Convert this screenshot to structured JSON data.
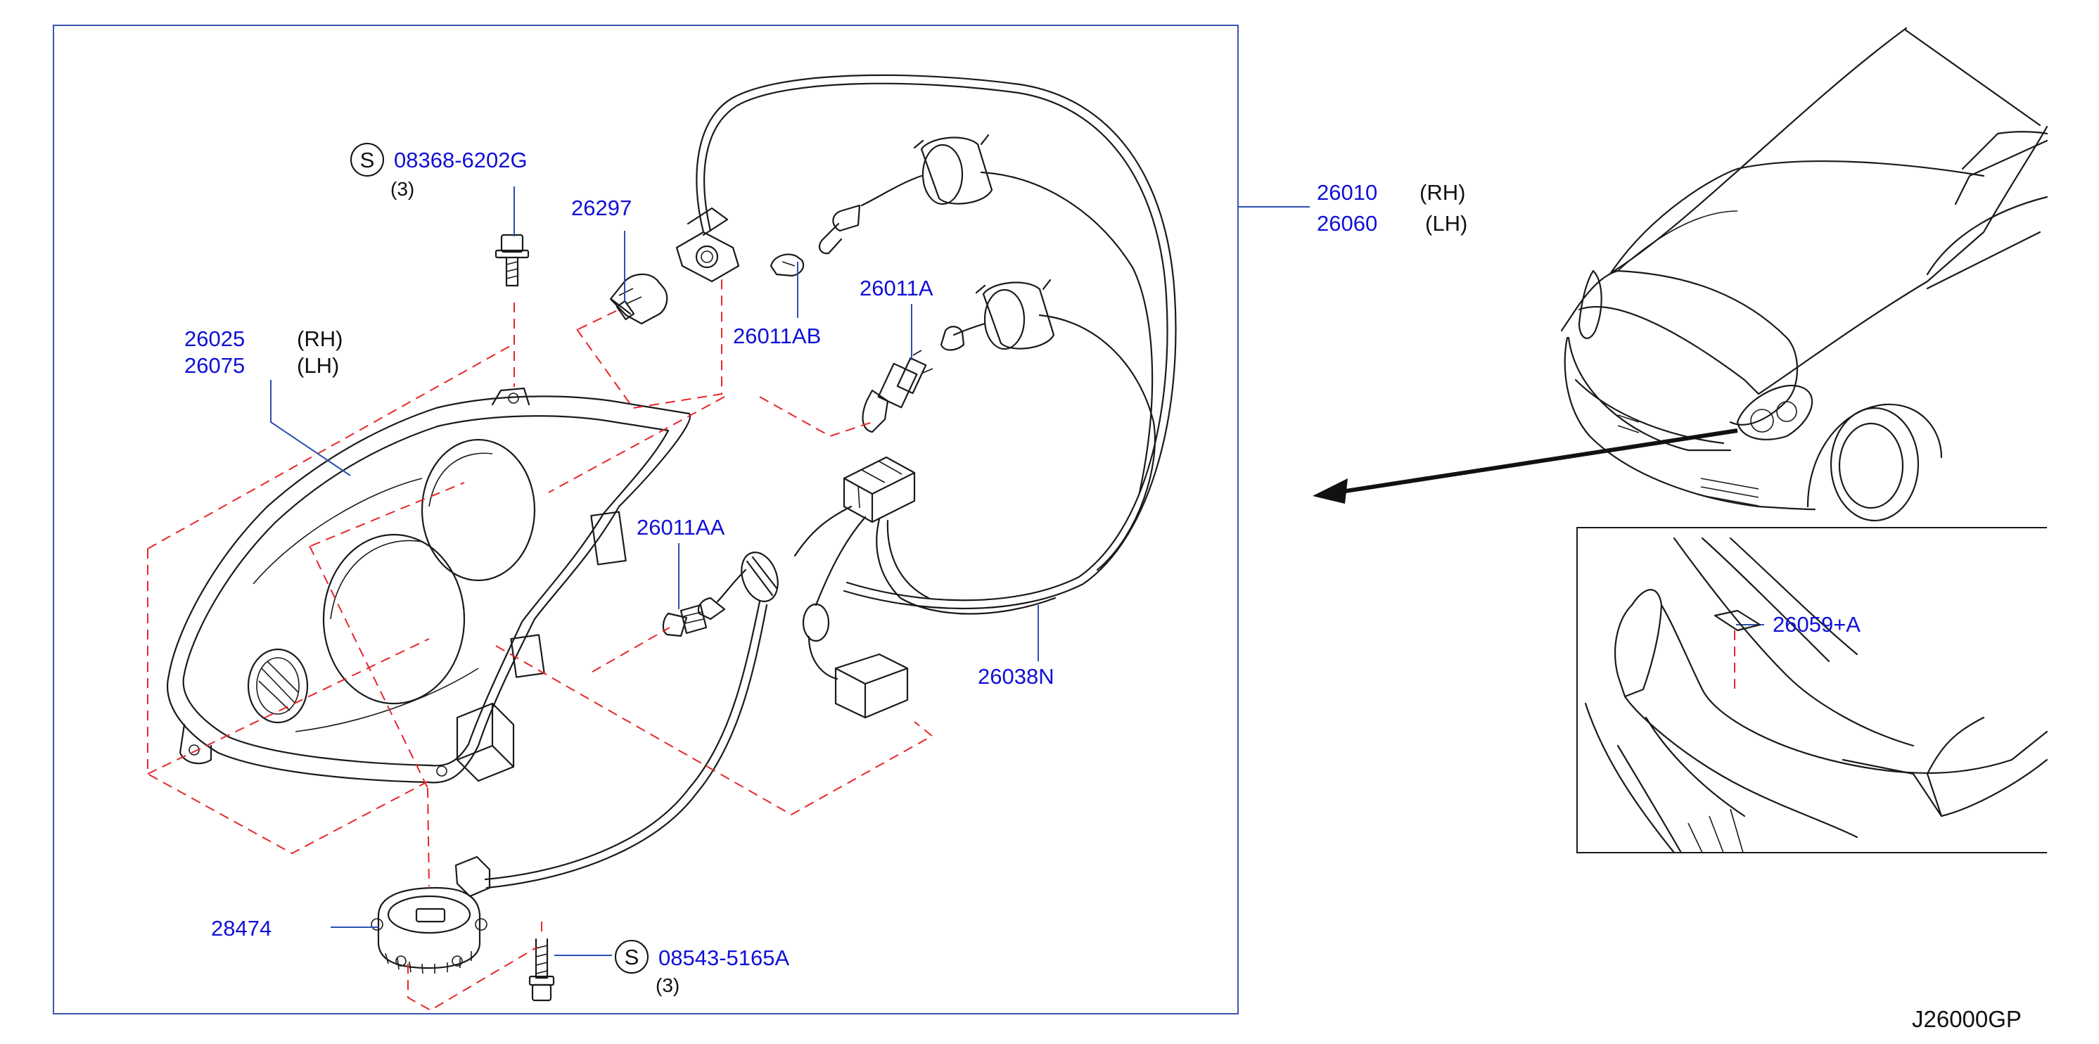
{
  "parts": {
    "headlamp_assy": {
      "rh": "26010",
      "rh_side": "(RH)",
      "lh": "26060",
      "lh_side": "(LH)"
    },
    "housing": {
      "rh": "26025",
      "rh_side": "(RH)",
      "lh": "26075",
      "lh_side": "(LH)"
    },
    "bolt_top": {
      "symbol": "S",
      "number": "08368-6202G",
      "qty": "(3)"
    },
    "bolt_bottom": {
      "symbol": "S",
      "number": "08543-5165A",
      "qty": "(3)"
    },
    "bulb_hid": "26297",
    "bulb_hi": "26011A",
    "bulb_side": "26011AB",
    "bulb_turn": "26011AA",
    "harness": "26038N",
    "ballast": "28474",
    "aimer_label": "26059+A"
  },
  "diagram_ref": "J26000GP"
}
